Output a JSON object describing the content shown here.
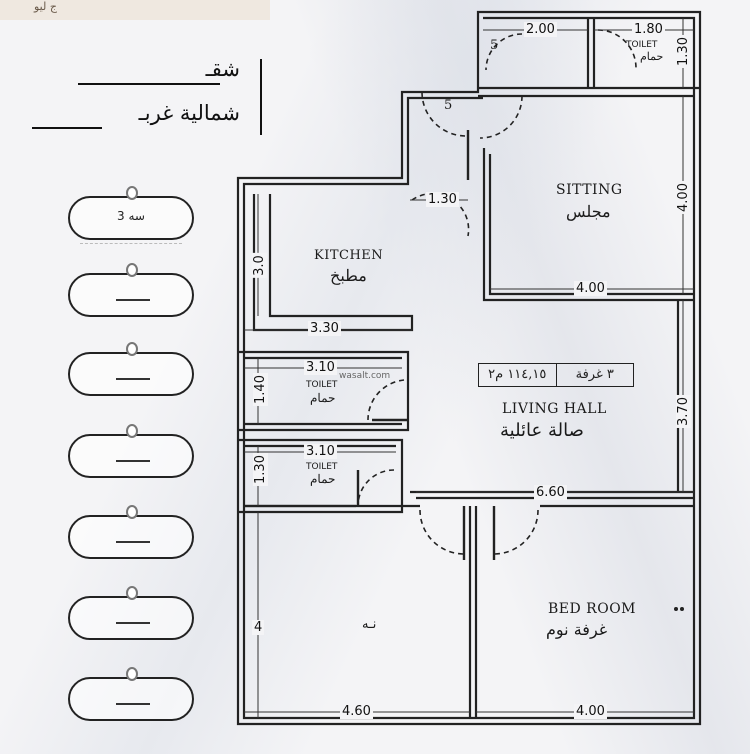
{
  "corner_tag": "ج ليو",
  "title": {
    "line1": "شقـ",
    "line2": "شمالية غربـ"
  },
  "filters": [
    {
      "label": "3 سه"
    },
    {
      "label": ""
    },
    {
      "label": ""
    },
    {
      "label": ""
    },
    {
      "label": ""
    },
    {
      "label": ""
    },
    {
      "label": ""
    }
  ],
  "watermark": "wasalt.com",
  "rooms": {
    "sitting": {
      "en": "SITTING",
      "ar": "مجلس"
    },
    "kitchen": {
      "en": "KITCHEN",
      "ar": "مطبخ"
    },
    "toilet_top": {
      "en": "TOILET",
      "ar": "حمام"
    },
    "toilet_mid": {
      "en": "TOILET",
      "ar": "حمام"
    },
    "toilet_low": {
      "en": "TOILET",
      "ar": "حمام"
    },
    "living_hall": {
      "en": "LIVING HALL",
      "ar": "صالة عائلية"
    },
    "bedroom": {
      "en": "BED ROOM",
      "ar": "غرفة نوم"
    },
    "left_room": {
      "ar": "نـه"
    }
  },
  "area_box": {
    "rooms": "٣ غرفة",
    "area": "١١٤,١٥ م٢"
  },
  "door_marks": [
    "5",
    "5"
  ],
  "dimensions": {
    "top_a": "2.00",
    "top_b": "1.80",
    "top_c": "1.30",
    "entry": "1.30",
    "sitting_h": "4.00",
    "sitting_w": "4.00",
    "kitchen_h": "3.0",
    "kitchen_w": "3.30",
    "toilet_mid_w": "3.10",
    "toilet_mid_h": "1.40",
    "toilet_low_w": "3.10",
    "toilet_low_h": "1.30",
    "living_h": "3.70",
    "living_w": "6.60",
    "left_room_h": "4",
    "left_room_w": "4.60",
    "bedroom_w": "4.00"
  }
}
